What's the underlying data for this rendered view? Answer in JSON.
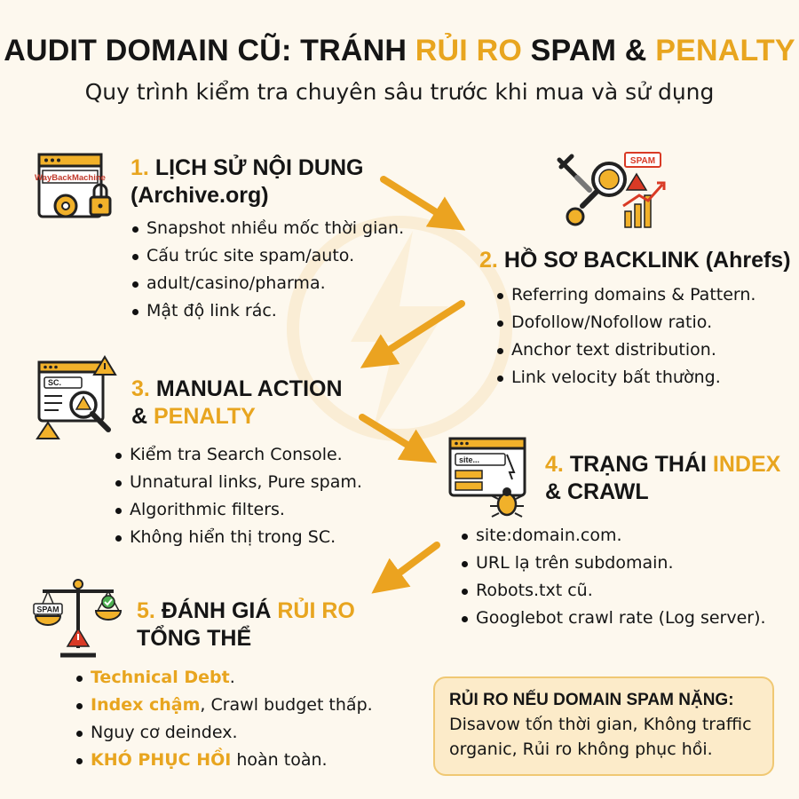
{
  "header": {
    "title_part1": "AUDIT DOMAIN CŨ: TRÁNH ",
    "title_hl1": "RỦI RO",
    "title_part2": " SPAM & ",
    "title_hl2": "PENALTY",
    "subtitle": "Quy trình kiểm tra chuyên sâu trước khi mua và sử dụng"
  },
  "sections": {
    "s1": {
      "number": "1.",
      "title_line1": "LỊCH SỬ NỘI DUNG",
      "title_line2": "(Archive.org)",
      "icon_label": "WayBackMachine",
      "items": [
        "Snapshot nhiều mốc thời gian.",
        "Cấu trúc site spam/auto.",
        "adult/casino/pharma.",
        "Mật độ link rác."
      ]
    },
    "s2": {
      "number": "2.",
      "title": "HỒ SƠ BACKLINK (Ahrefs)",
      "icon_label": "SPAM",
      "items": [
        "Referring domains & Pattern.",
        "Dofollow/Nofollow ratio.",
        "Anchor text distribution.",
        "Link velocity bất thường."
      ]
    },
    "s3": {
      "number": "3.",
      "title_line1": "MANUAL ACTION",
      "title_line2_prefix": "& ",
      "title_line2_hl": "PENALTY",
      "icon_label": "SC.",
      "items": [
        "Kiểm tra Search Console.",
        "Unnatural links, Pure spam.",
        "Algorithmic filters.",
        "Không hiển thị trong SC."
      ]
    },
    "s4": {
      "number": "4.",
      "title_line1_prefix": "TRẠNG THÁI ",
      "title_line1_hl": "INDEX",
      "title_line2": "& CRAWL",
      "icon_label": "site...",
      "items": [
        "site:domain.com.",
        "URL lạ trên subdomain.",
        "Robots.txt cũ.",
        "Googlebot crawl rate (Log server)."
      ]
    },
    "s5": {
      "number": "5.",
      "title_line1_prefix": "ĐÁNH GIÁ ",
      "title_line1_hl": "RỦI RO",
      "title_line2": "TỔNG THỂ",
      "icon_label": "SPAM",
      "items": [
        {
          "hl": "Technical Debt",
          "rest": "."
        },
        {
          "hl": "Index chậm",
          "rest": ", Crawl budget thấp."
        },
        {
          "hl": "",
          "rest": "Nguy cơ deindex."
        },
        {
          "hl": "KHÓ PHỤC HỒI",
          "rest": " hoàn toàn."
        }
      ]
    }
  },
  "risk_box": {
    "title": "RỦI RO NẾU DOMAIN SPAM NẶNG:",
    "line1": "Disavow tốn thời gian, Không traffic",
    "line2": "organic, Rủi ro không phục hồi."
  },
  "colors": {
    "accent": "#e8a51f",
    "text": "#151515",
    "background": "#fdf8ee",
    "risk_box_bg": "#fcebc9",
    "warning_red": "#d93a25"
  }
}
